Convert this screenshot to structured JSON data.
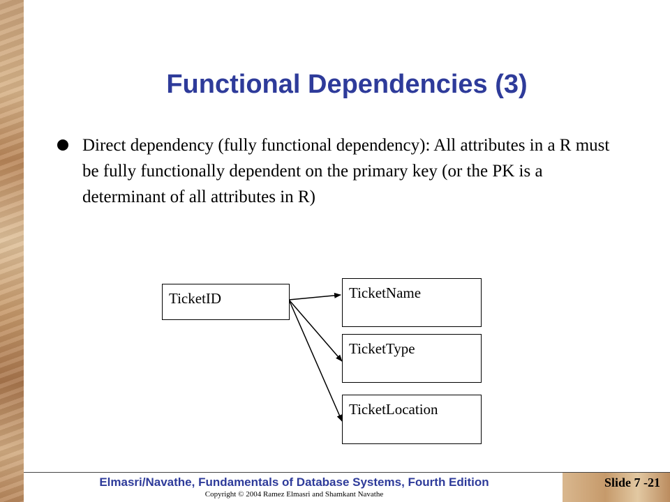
{
  "slide": {
    "title": "Functional Dependencies (3)",
    "bullet": "Direct dependency (fully functional dependency): All attributes in a R must be fully functionally dependent on the primary key (or the PK is a determinant of all attributes in R)"
  },
  "diagram": {
    "source": "TicketID",
    "targets": [
      "TicketName",
      "TicketType",
      "TicketLocation"
    ]
  },
  "footer": {
    "book": "Elmasri/Navathe, Fundamentals of Database Systems, Fourth Edition",
    "copyright": "Copyright © 2004 Ramez Elmasri and Shamkant Navathe",
    "slide_number": "Slide 7 -21"
  }
}
